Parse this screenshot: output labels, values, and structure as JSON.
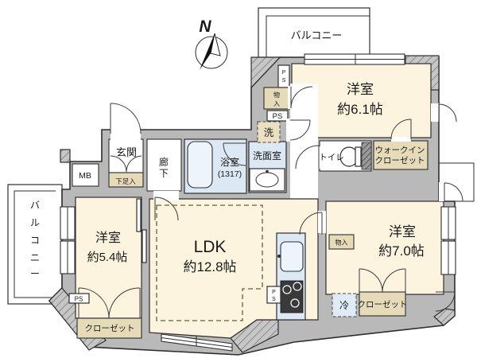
{
  "plan": {
    "compass": {
      "n": "N"
    },
    "balcony_top": "バルコニー",
    "balcony_left_chars": [
      "バ",
      "ル",
      "コ",
      "ニ",
      "ー"
    ],
    "rooms": {
      "bedroom61_name": "洋室",
      "bedroom61_size": "約6.1帖",
      "bedroom54_name": "洋室",
      "bedroom54_size": "約5.4帖",
      "bedroom70_name": "洋室",
      "bedroom70_size": "約7.0帖",
      "ldk_name": "LDK",
      "ldk_size": "約12.8帖",
      "entrance": "玄関",
      "corridor_chars": [
        "廊",
        "下"
      ],
      "bath": "浴室",
      "bath_size": "(1317)",
      "washroom": "洗面室",
      "toilet": "トイレ",
      "wic_line1": "ウォークイン",
      "wic_line2": "クローゼット"
    },
    "storage": {
      "shoe_box": "下足入",
      "storage_top_chars": [
        "物",
        "入"
      ],
      "storage_right": "物入",
      "closet_left": "クローゼット",
      "closet_right": "クローゼット",
      "washer": "洗",
      "fridge": "冷",
      "meter_box": "MB",
      "ps_box": "PS",
      "ps_small": "PS",
      "ps_strip_chars": [
        "P",
        "S"
      ],
      "ps_kitchen_chars": [
        "P",
        "S"
      ]
    },
    "colors": {
      "wall_gray": "#b9b9b9",
      "room_cream": "#fcf4de",
      "closet_tan": "#e5dbb8",
      "water_blue": "#dce9f5",
      "stove_dark": "#3a3a3a",
      "outline": "#2e2e2e"
    }
  }
}
